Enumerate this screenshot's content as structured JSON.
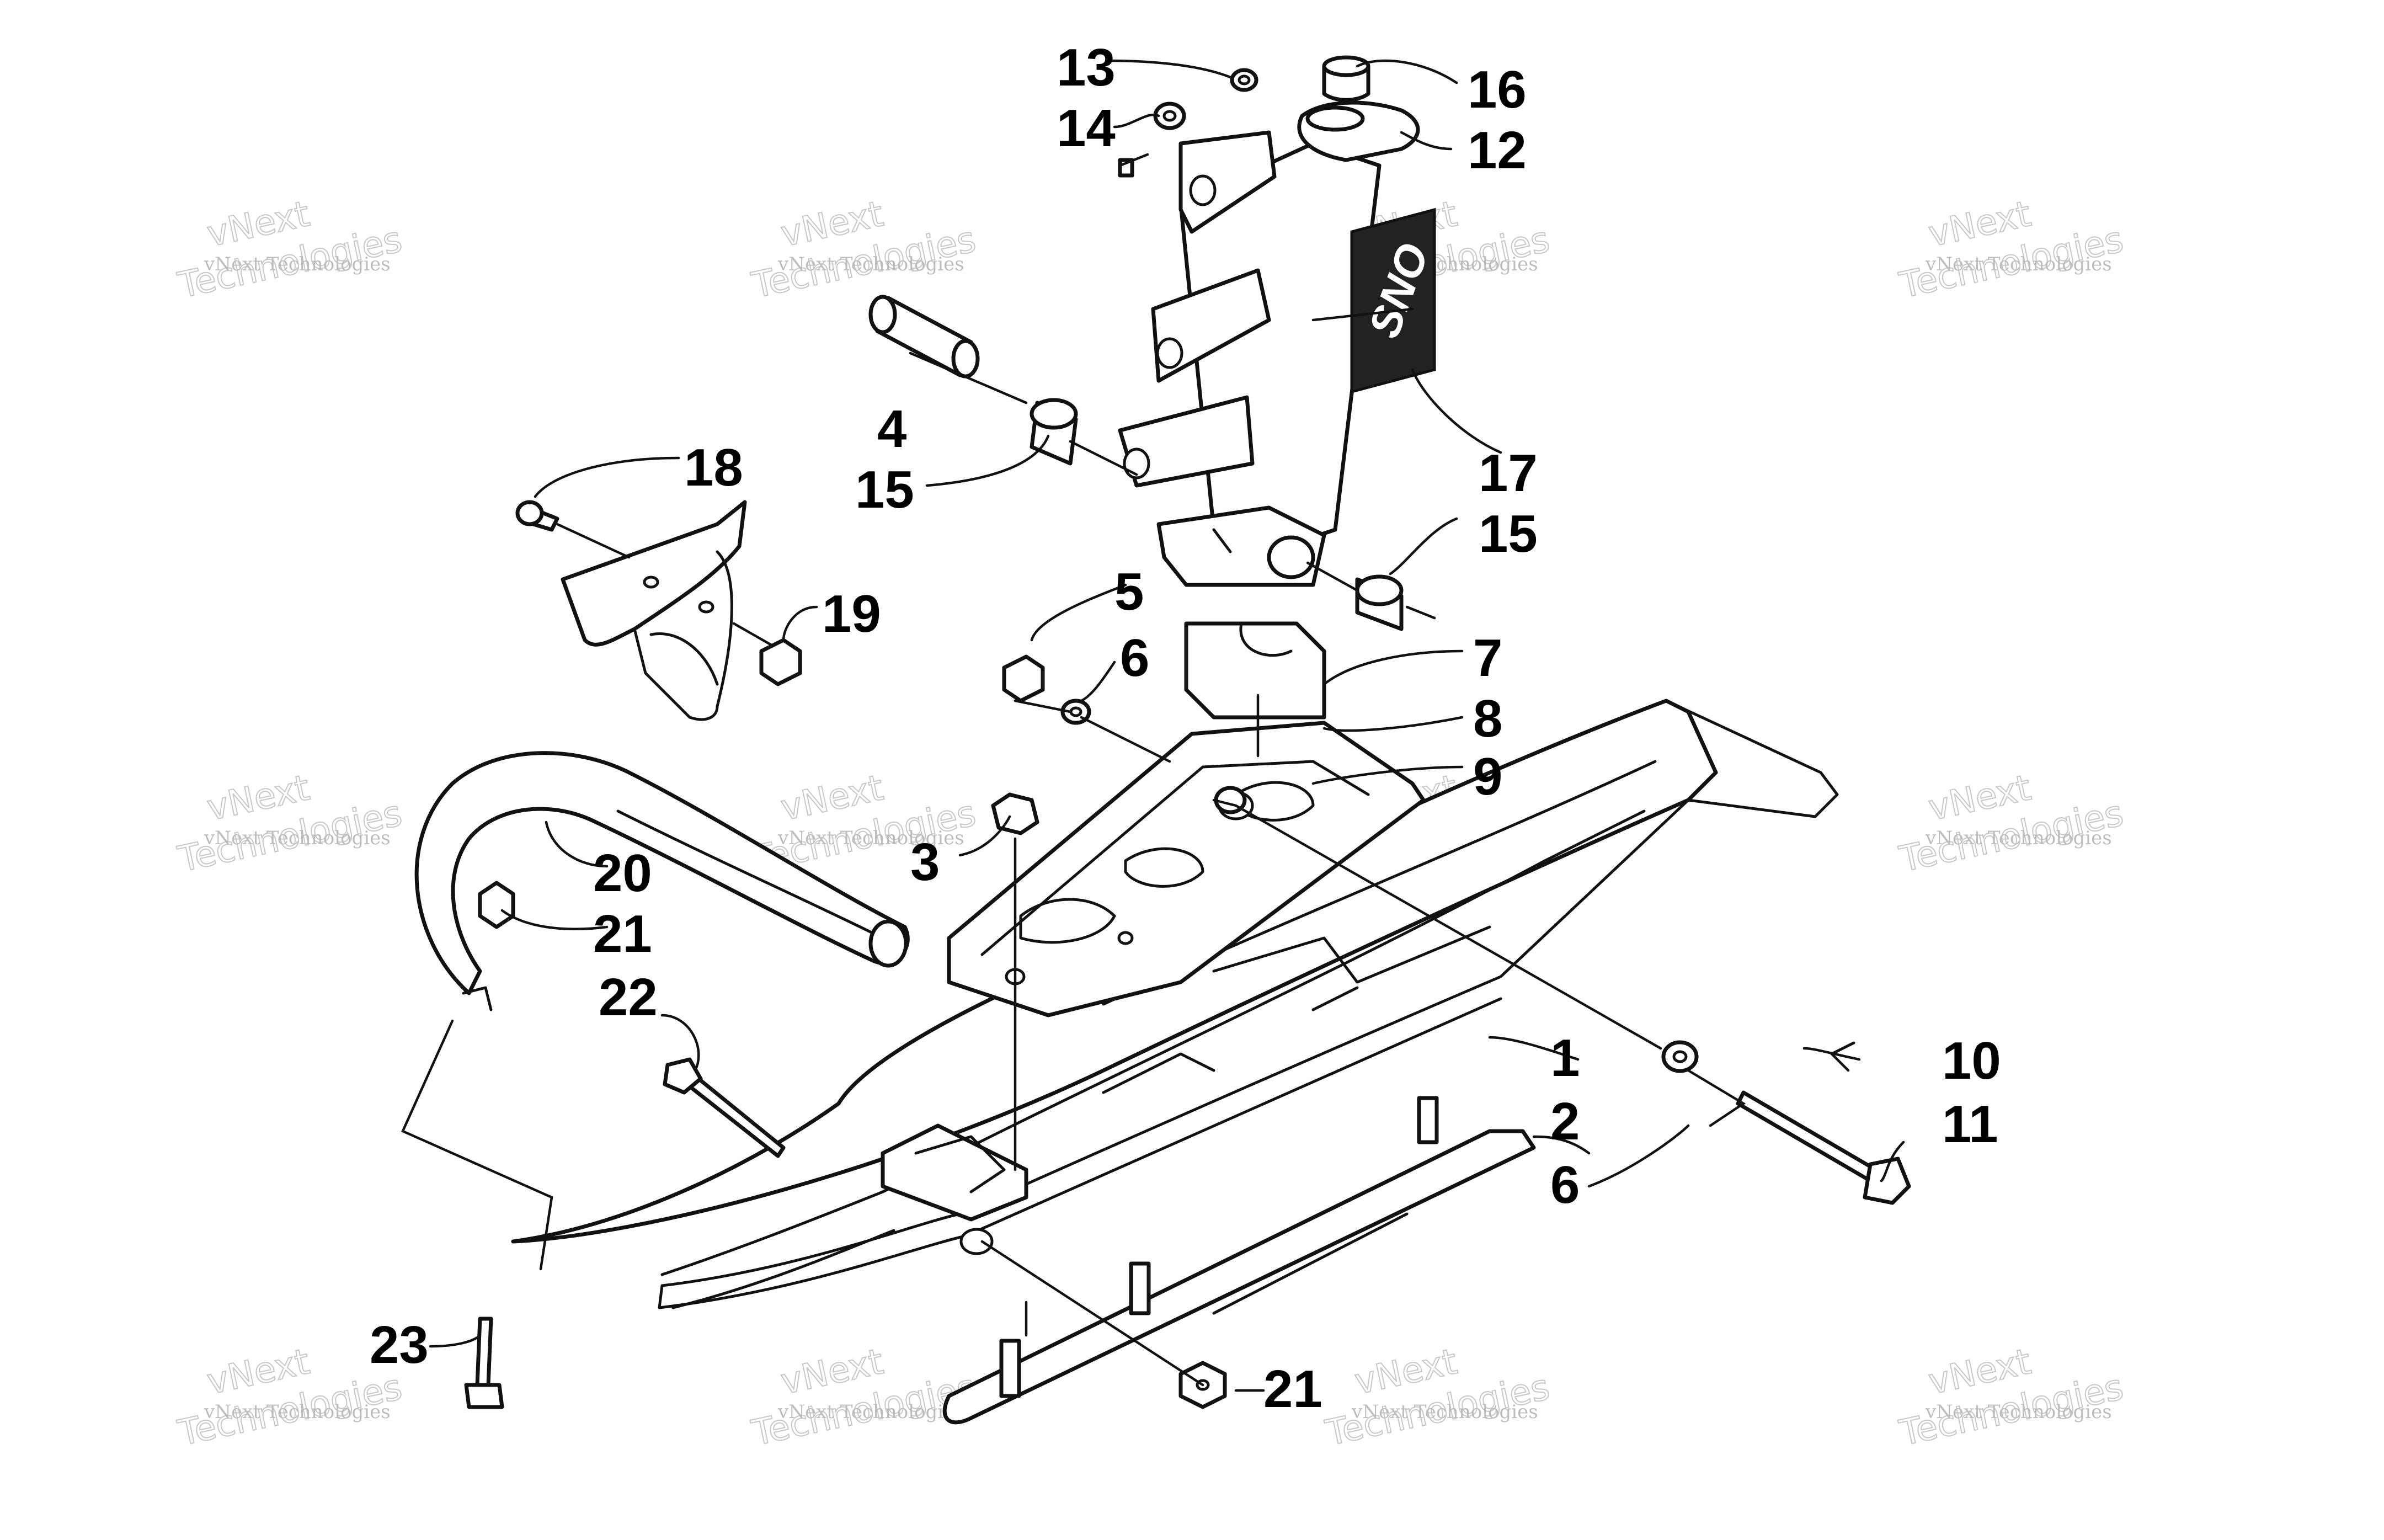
{
  "diagram": {
    "callouts": [
      {
        "id": "1",
        "label": "1"
      },
      {
        "id": "2",
        "label": "2"
      },
      {
        "id": "3",
        "label": "3"
      },
      {
        "id": "4",
        "label": "4"
      },
      {
        "id": "5",
        "label": "5"
      },
      {
        "id": "6a",
        "label": "6"
      },
      {
        "id": "6b",
        "label": "6"
      },
      {
        "id": "7",
        "label": "7"
      },
      {
        "id": "8",
        "label": "8"
      },
      {
        "id": "9",
        "label": "9"
      },
      {
        "id": "10",
        "label": "10"
      },
      {
        "id": "11",
        "label": "11"
      },
      {
        "id": "12",
        "label": "12"
      },
      {
        "id": "13",
        "label": "13"
      },
      {
        "id": "14",
        "label": "14"
      },
      {
        "id": "15a",
        "label": "15"
      },
      {
        "id": "15b",
        "label": "15"
      },
      {
        "id": "16",
        "label": "16"
      },
      {
        "id": "17",
        "label": "17"
      },
      {
        "id": "18",
        "label": "18"
      },
      {
        "id": "19",
        "label": "19"
      },
      {
        "id": "20",
        "label": "20"
      },
      {
        "id": "21a",
        "label": "21"
      },
      {
        "id": "21b",
        "label": "21"
      },
      {
        "id": "22",
        "label": "22"
      },
      {
        "id": "23",
        "label": "23"
      }
    ],
    "decal_text": "SNO",
    "watermark": {
      "small": "vNext Technologies",
      "big_line1": "vNext",
      "big_line2": "Technologies"
    }
  }
}
